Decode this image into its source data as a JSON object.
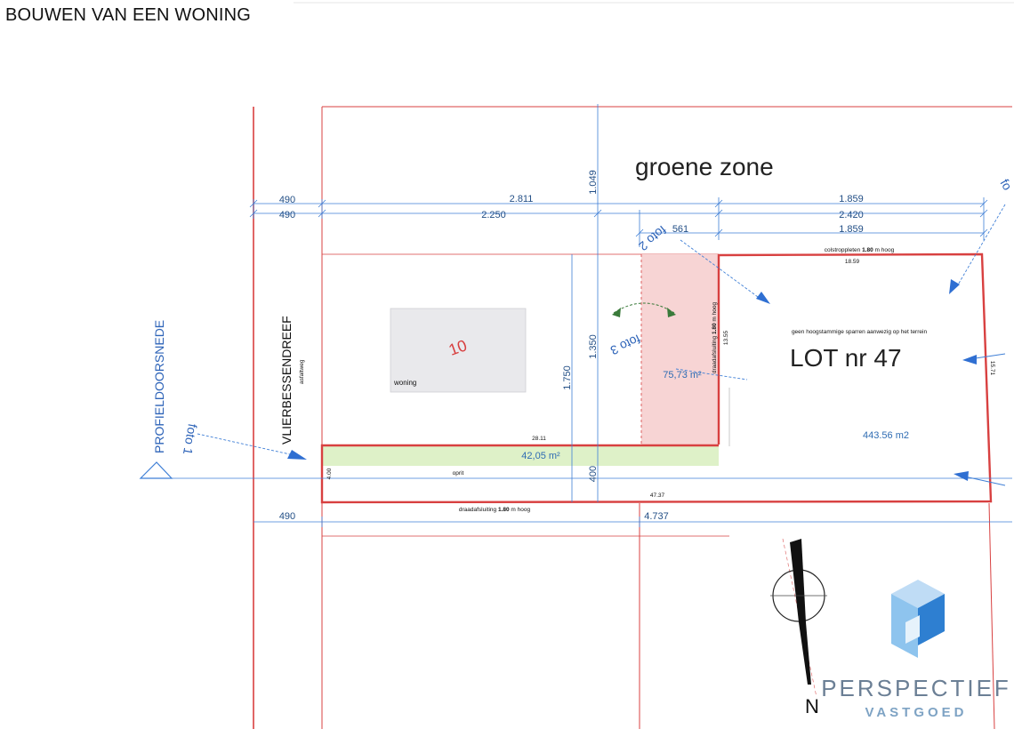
{
  "title": "BOUWEN VAN EEN WONING",
  "plan": {
    "zone_label": "groene zone",
    "lot_label": "LOT nr 47",
    "house_number": "10",
    "house_label": "woning",
    "street_name": "VLIERBESSENDREEF",
    "street_sub": "asfaltweg",
    "profile_label": "PROFIELDOORSNEDE",
    "photos": [
      "foto 1",
      "foto 2",
      "foto 3",
      "fo"
    ],
    "driveway_label": "oprit",
    "fence_bottom_prefix": "draadafsluiting ",
    "fence_bottom_bold": "1.80",
    "fence_bottom_suffix": " m hoog",
    "fence_top_prefix": "colstroppleten ",
    "fence_top_bold": "1.80",
    "fence_top_suffix": " m hoog",
    "fence_side_prefix": "draadafsluiting ",
    "fence_side_bold": "1.80",
    "fence_side_suffix": " m hoog",
    "tree_note": "geen hoogstammige sparren aanwezig op het terrein",
    "areas": {
      "pink": "75,73 m²",
      "green": "42,05 m²",
      "lot": "443.56 m2"
    },
    "dimensions": {
      "row1_left": "490",
      "row1_mid": "2.811",
      "row1_right": "1.859",
      "row2_left": "490",
      "row2_mid": "2.250",
      "row2_right": "2.420",
      "row3_a": "561",
      "row3_b": "1.859",
      "vert_top": "1.049",
      "vert_1750": "1.750",
      "vert_1350": "1.350",
      "vert_400": "400",
      "vert_4": "4.00",
      "lot_top": "18.59",
      "lot_left": "13.55",
      "lot_right": "15.71",
      "inner_28": "28.11",
      "lot_bottom": "47.37",
      "bottom_left": "490",
      "bottom_mid": "4.737"
    },
    "north_label": "N"
  },
  "brand": {
    "name": "PERSPECTIEF",
    "sub": "VASTGOED",
    "color_name": "#6b7f95",
    "color_sub": "#7ea3c4",
    "cube_dark": "#2e7fd1",
    "cube_light": "#8ec4ee"
  },
  "colors": {
    "red": "#d84040",
    "blue": "#3f7fd6",
    "pink_fill": "#f7d4d4",
    "green_fill": "#def1c8"
  }
}
